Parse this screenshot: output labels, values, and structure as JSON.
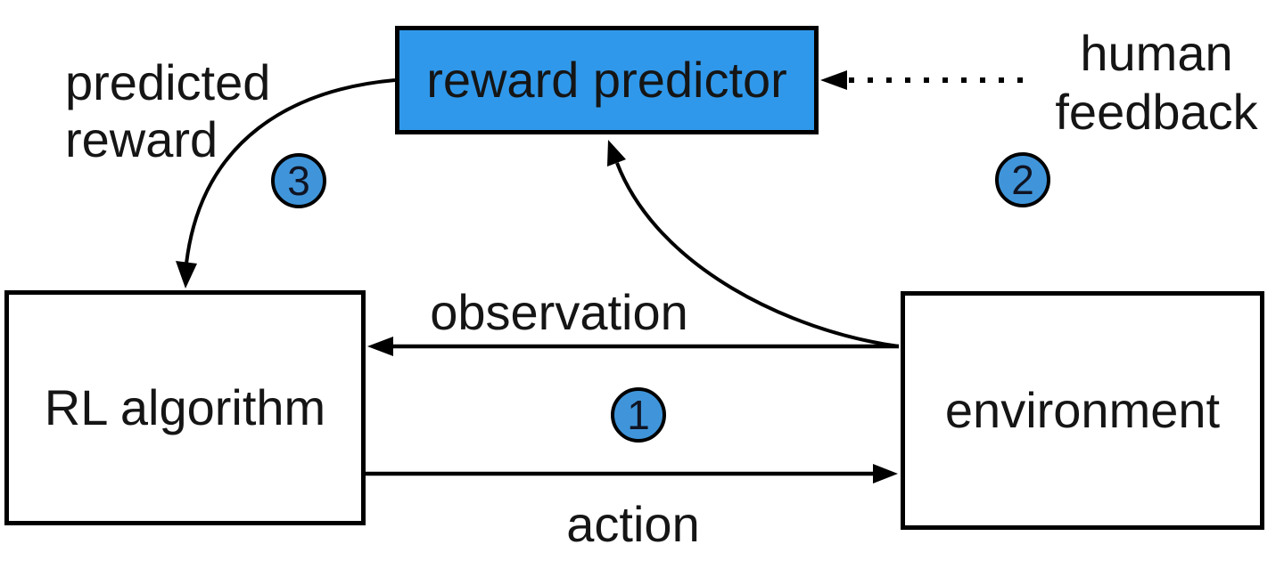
{
  "nodes": {
    "reward_predictor": {
      "label": "reward predictor",
      "fill": "#3098ea"
    },
    "rl_algorithm": {
      "label": "RL algorithm",
      "fill": "#ffffff"
    },
    "environment": {
      "label": "environment",
      "fill": "#ffffff"
    }
  },
  "edges": {
    "observation": {
      "label": "observation"
    },
    "action": {
      "label": "action"
    },
    "predicted_reward": {
      "line1": "predicted",
      "line2": "reward"
    },
    "human_feedback": {
      "line1": "human",
      "line2": "feedback"
    }
  },
  "badges": {
    "values": {
      "step1": "1",
      "step2": "2",
      "step3": "3"
    },
    "fill": "#4095da"
  },
  "colors": {
    "background": "#ffffff",
    "stroke": "#000000",
    "text": "#151515",
    "node_blue": "#3098ea",
    "badge_blue": "#4095da"
  }
}
